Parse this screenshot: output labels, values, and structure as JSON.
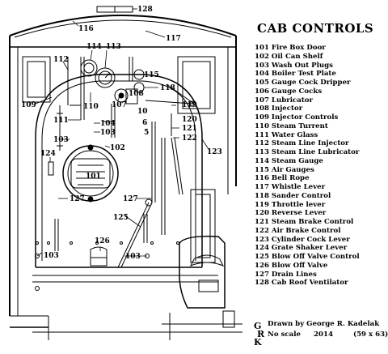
{
  "title": "CAB CONTROLS",
  "legend": [
    "101 Fire Box Door",
    "102 Oil Can Shelf",
    "103 Wash Out Plugs",
    "104 Boiler Test Plate",
    "105 Gauge Cock Dripper",
    "106 Gauge Cocks",
    "107 Lubricator",
    "108 Injector",
    "109 Injector Controls",
    "110 Steam Turrent",
    "111 Water Glass",
    "112 Steam Line Injector",
    "113 Steam Line Lubricator",
    "114 Steam Gauge",
    "115 Air Gauges",
    "116 Bell Rope",
    "117 Whistle Lever",
    "118 Sander Control",
    "119 Throttle lever",
    "120 Reverse Lever",
    "121 Steam Brake Control",
    "122 Air Brake Control",
    "123 Cylinder Cock Lever",
    "124 Grate Shaker Lever",
    "125 Blow Off Valve Control",
    "126 Blow Off Valve",
    "127 Drain Lines",
    "128 Cab Roof Ventilator"
  ],
  "credit": {
    "drawn_by": "Drawn by George R. Kadelak",
    "scale": "No scale",
    "year": "2014",
    "size": "(59 x 63)",
    "logo_letters": "GRK"
  },
  "callouts": {
    "c128": "128",
    "c116": "116",
    "c117": "117",
    "c114": "114",
    "c113": "113",
    "c112": "112",
    "c115": "115",
    "c118": "118",
    "c110": "110",
    "c107": "107",
    "c109": "109",
    "c119": "119",
    "c111": "111",
    "c104": "104",
    "c103a": "103",
    "c103b": "103",
    "c103c": "103",
    "c103d": "103",
    "c120": "120",
    "c121": "121",
    "c122": "122",
    "c102": "102",
    "c123": "123",
    "c124": "124",
    "c101": "101",
    "c127a": "127",
    "c127b": "127",
    "c125": "125",
    "c126": "126",
    "c108": "108",
    "c106a": "10",
    "c106b": "6",
    "c105": "5"
  }
}
